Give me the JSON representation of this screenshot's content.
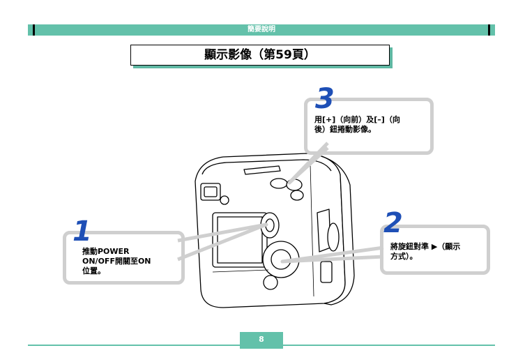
{
  "header": {
    "label": "簡要說明"
  },
  "title": "顯示影像（第59頁）",
  "steps": [
    {
      "number": "1",
      "text_lines": [
        "推動POWER",
        "ON/OFF開關至ON",
        "位置。"
      ]
    },
    {
      "number": "2",
      "text_lines": [
        "將旋鈕對準 ▶（顯示",
        "方式）。"
      ]
    },
    {
      "number": "3",
      "text_lines": [
        "用[+]（向前）及[–]（向",
        "後）鈕捲動影像。"
      ]
    }
  ],
  "footer": {
    "page_number": "8"
  },
  "colors": {
    "accent": "#63c1aa",
    "step_number": "#1e4fb6",
    "callout_border": "#cfcfcf"
  }
}
